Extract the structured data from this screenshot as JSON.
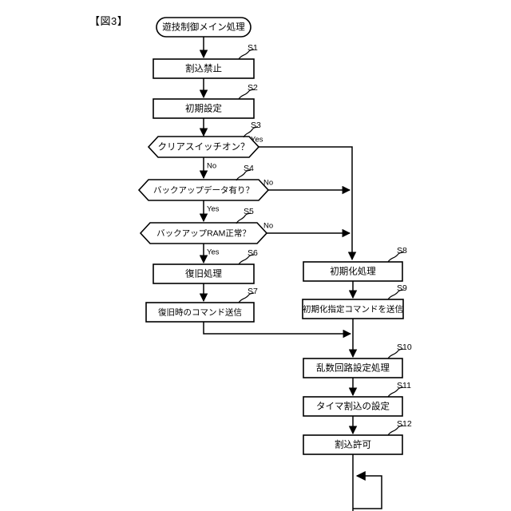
{
  "figure": {
    "title": "【図3】",
    "kind": "flowchart",
    "language": "ja"
  },
  "nodes": {
    "start": {
      "id": "start",
      "shape": "stadium",
      "label": "遊技制御メイン処理",
      "step": ""
    },
    "s1": {
      "id": "s1",
      "shape": "process",
      "label": "割込禁止",
      "step": "S1"
    },
    "s2": {
      "id": "s2",
      "shape": "process",
      "label": "初期設定",
      "step": "S2"
    },
    "s3": {
      "id": "s3",
      "shape": "decision",
      "label": "クリアスイッチオン？",
      "step": "S3"
    },
    "s4": {
      "id": "s4",
      "shape": "decision",
      "label": "バックアップデータ有り？",
      "step": "S4"
    },
    "s5": {
      "id": "s5",
      "shape": "decision",
      "label": "バックアップRAM正常？",
      "step": "S5"
    },
    "s6": {
      "id": "s6",
      "shape": "process",
      "label": "復旧処理",
      "step": "S6"
    },
    "s7": {
      "id": "s7",
      "shape": "process",
      "label": "復旧時のコマンド送信",
      "step": "S7"
    },
    "s8": {
      "id": "s8",
      "shape": "process",
      "label": "初期化処理",
      "step": "S8"
    },
    "s9": {
      "id": "s9",
      "shape": "process",
      "label": "初期化指定コマンドを送信",
      "step": "S9"
    },
    "s10": {
      "id": "s10",
      "shape": "process",
      "label": "乱数回路設定処理",
      "step": "S10"
    },
    "s11": {
      "id": "s11",
      "shape": "process",
      "label": "タイマ割込の設定",
      "step": "S11"
    },
    "s12": {
      "id": "s12",
      "shape": "process",
      "label": "割込許可",
      "step": "S12"
    }
  },
  "branch_labels": {
    "s3_yes": "Yes",
    "s3_no": "No",
    "s4_no": "No",
    "s4_yes": "Yes",
    "s5_no": "No",
    "s5_yes": "Yes"
  },
  "colors": {
    "stroke": "#000000",
    "fill": "#ffffff",
    "background": "#ffffff"
  }
}
